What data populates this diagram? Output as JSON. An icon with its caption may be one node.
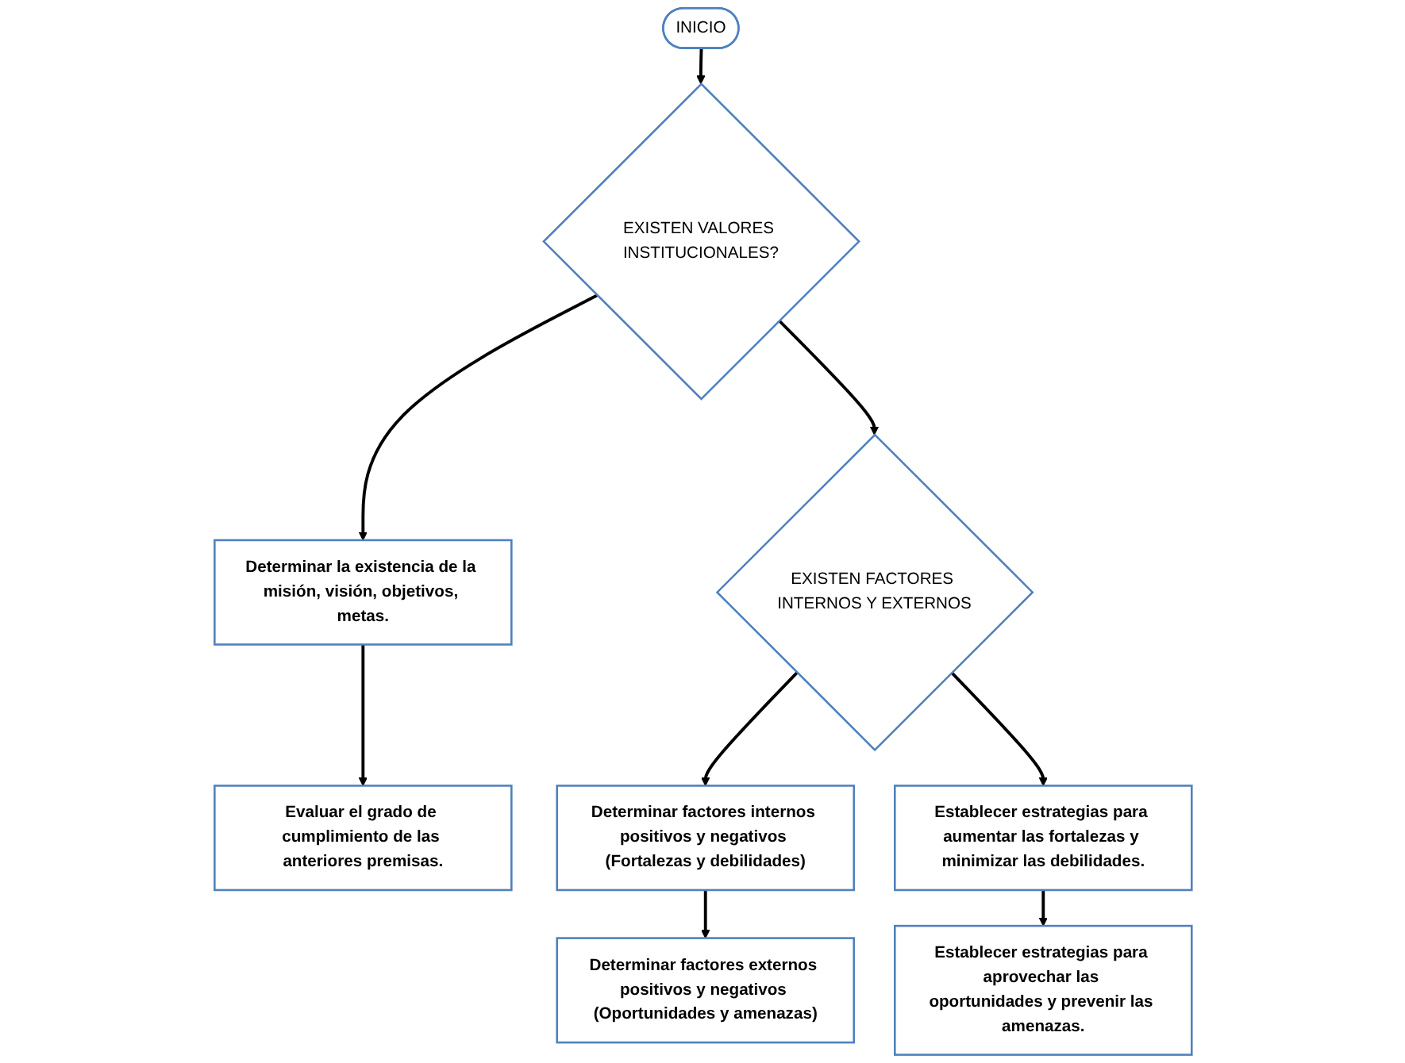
{
  "diagram": {
    "nodes": [
      {
        "text": [
          "INICIO"
        ]
      },
      {
        "text": [
          "EXISTEN VALORES INSTITUCIONALES?"
        ]
      },
      {
        "text": [
          "Determinar la existencia de la misión, visión, objetivos, metas."
        ]
      },
      {
        "text": [
          "Evaluar el grado de cumplimiento de las anteriores premisas."
        ]
      },
      {
        "text": [
          "EXISTEN FACTORES INTERNOS Y EXTERNOS"
        ]
      },
      {
        "text": [
          "Determinar factores internos positivos y negativos (Fortalezas y debilidades)"
        ]
      },
      {
        "text": [
          "Determinar factores externos positivos y negativos (Oportunidades y amenazas)"
        ]
      },
      {
        "text": [
          "Establecer estrategias para aumentar las fortalezas y minimizar las debilidades."
        ]
      },
      {
        "text": [
          "Establecer estrategias para aprovechar las oportunidades y prevenir las amenazas."
        ]
      }
    ],
    "edges": [
      {
        "from": 0,
        "to": 1,
        "arrow": "to"
      },
      {
        "from": 1,
        "to": 2,
        "arrow": "to"
      },
      {
        "from": 2,
        "to": 3,
        "arrow": "to"
      },
      {
        "from": 1,
        "to": 4,
        "arrow": "to"
      },
      {
        "from": 4,
        "to": 5,
        "arrow": "to"
      },
      {
        "from": 5,
        "to": 6,
        "arrow": "to"
      },
      {
        "from": 4,
        "to": 7,
        "arrow": "to"
      },
      {
        "from": 7,
        "to": 8,
        "arrow": "to"
      }
    ]
  }
}
